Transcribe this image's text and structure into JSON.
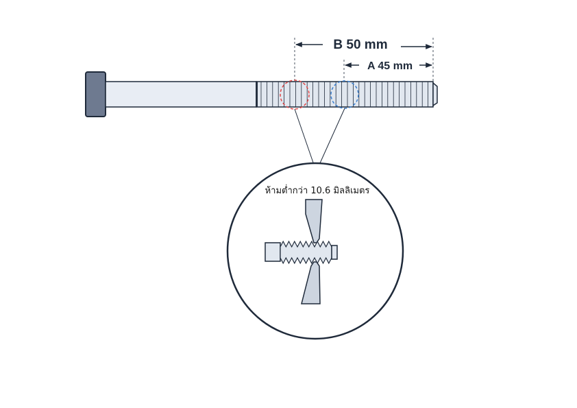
{
  "dimensions": {
    "b_label": "B 50 mm",
    "a_label": "A 45 mm"
  },
  "detail": {
    "note": "ห้ามต่ำกว่า 10.6 มิลลิเมตร"
  },
  "colors": {
    "outline": "#1f2a3a",
    "shaft": "#e8edf4",
    "head": "#6e7a90",
    "marker_b": "#e04848",
    "marker_a": "#3a7fd0",
    "jaw": "#cdd5e0"
  },
  "icons": {
    "dimension_ends": "arrowhead"
  }
}
